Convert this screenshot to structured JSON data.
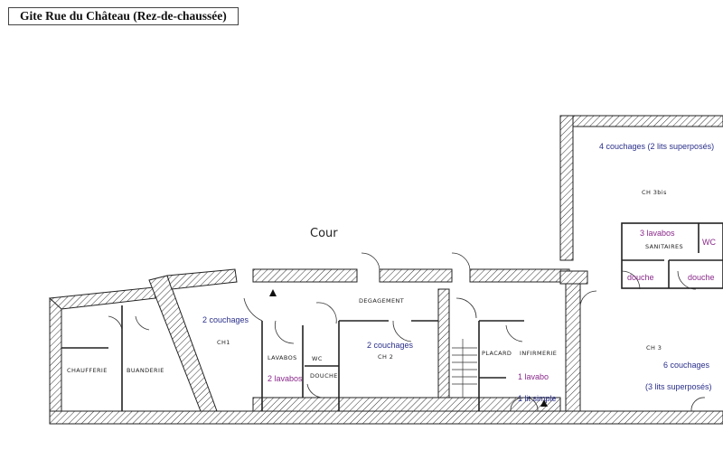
{
  "title": "Gite Rue du Château (Rez-de-chaussée)",
  "outside": "Cour",
  "rooms": {
    "chaufferie": "CHAUFFERIE",
    "buanderie": "BUANDERIE",
    "ch1": "CH1",
    "lavabos": "LAVABOS",
    "wc": "WC",
    "douche": "DOUCHE",
    "degagement": "DEGAGEMENT",
    "ch2": "CH 2",
    "placard": "PLACARD",
    "infirmerie": "INFIRMERIE",
    "ch3": "CH 3",
    "ch3bis": "CH 3bis",
    "sanitaires": "SANITAIRES"
  },
  "notes": {
    "ch1_beds": "2 couchages",
    "lavabos_count": "2 lavabos",
    "ch2_beds": "2 couchages",
    "infirmerie_lavabo": "1 lavabo",
    "infirmerie_bed": "1 lit simple",
    "ch3_beds": "6 couchages",
    "ch3_detail": "(3 lits superposés)",
    "ch3bis_beds": "4 couchages (2 lits superposés)",
    "sanitaires_lavabos": "3 lavabos",
    "sanitaires_wc": "WC",
    "douche_left": "douche",
    "douche_right": "douche"
  }
}
